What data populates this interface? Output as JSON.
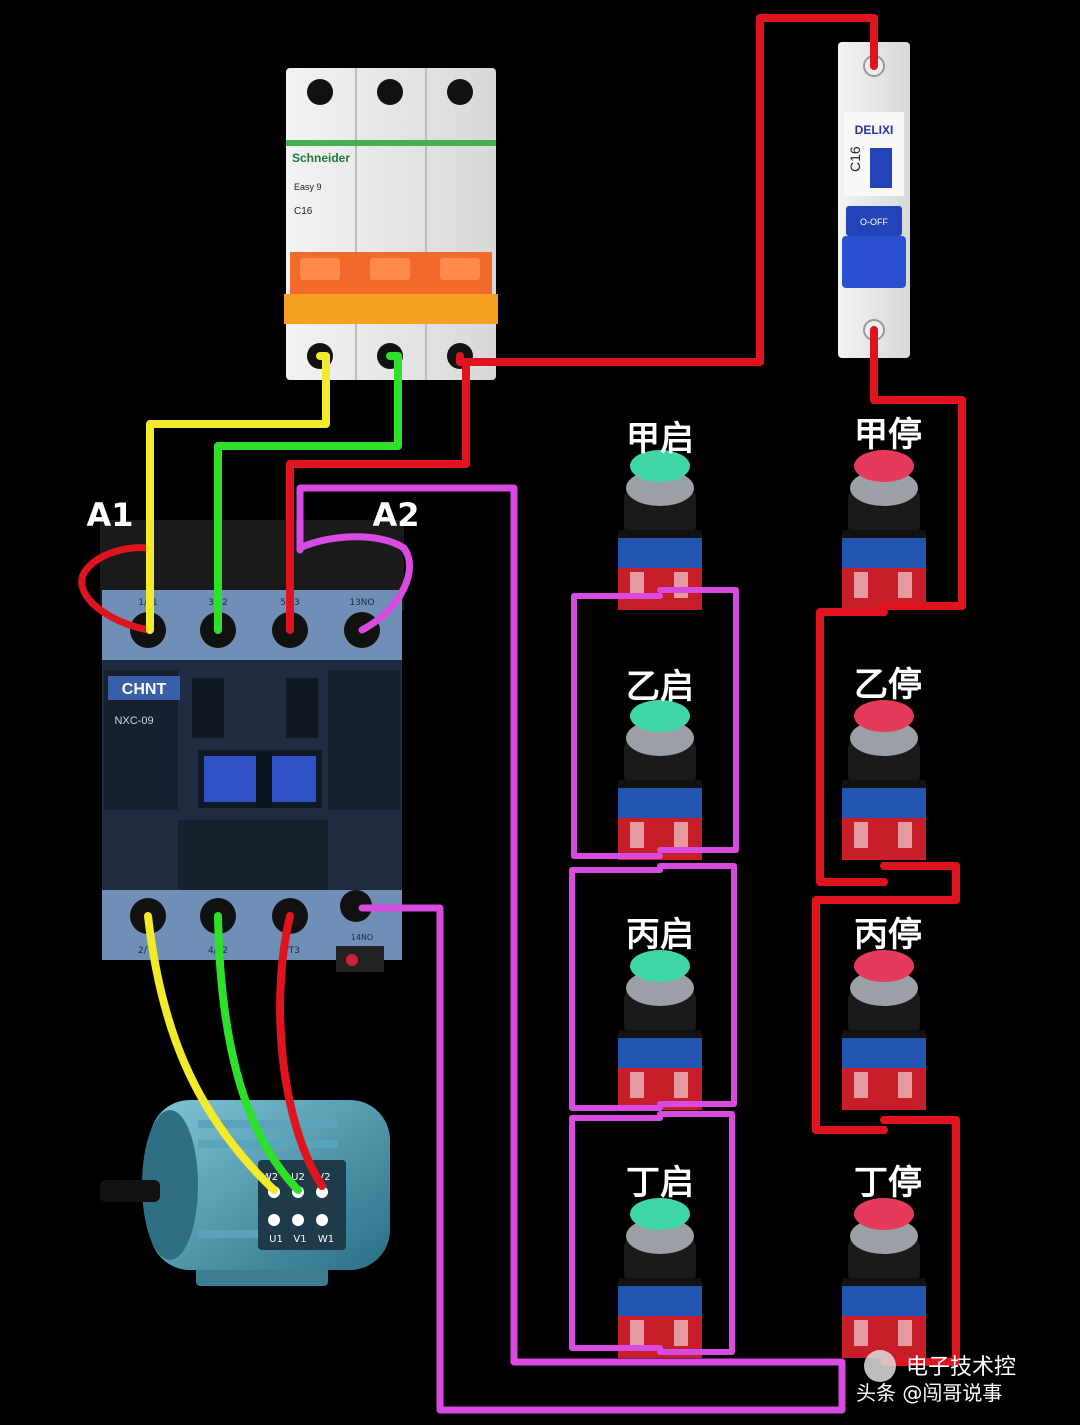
{
  "colors": {
    "background": "#000000",
    "wire_red": "#e0141e",
    "wire_yellow": "#f2ea2a",
    "wire_green": "#2ee02a",
    "wire_magenta": "#d84be0",
    "start_button": "#3fd6a8",
    "stop_button": "#e63a5a",
    "contactor_body": "#1d2a3e",
    "breaker_accent": "#f06a2a",
    "breaker_blue": "#2244b8"
  },
  "breaker_3p": {
    "brand": "Schneider",
    "model": "Easy 9",
    "rating": "C16"
  },
  "breaker_1p": {
    "brand": "DELIXI",
    "rating": "C16",
    "off_label": "O-OFF"
  },
  "contactor": {
    "brand": "CHNT",
    "model": "NXC-09",
    "coil_a1": "A1",
    "coil_a2": "A2",
    "top_terminals": [
      "1/L1",
      "3/L2",
      "5/L3",
      "13NO"
    ],
    "bottom_terminals": [
      "2/T1",
      "4/T2",
      "6/T3",
      "14NO"
    ]
  },
  "motor": {
    "top_terminals": [
      "W2",
      "U2",
      "V2"
    ],
    "bottom_terminals": [
      "U1",
      "V1",
      "W1"
    ]
  },
  "start_buttons": [
    "甲启",
    "乙启",
    "丙启",
    "丁启"
  ],
  "stop_buttons": [
    "甲停",
    "乙停",
    "丙停",
    "丁停"
  ],
  "watermark": {
    "line1": "电子技术控",
    "line2": "头条 @闯哥说事"
  }
}
